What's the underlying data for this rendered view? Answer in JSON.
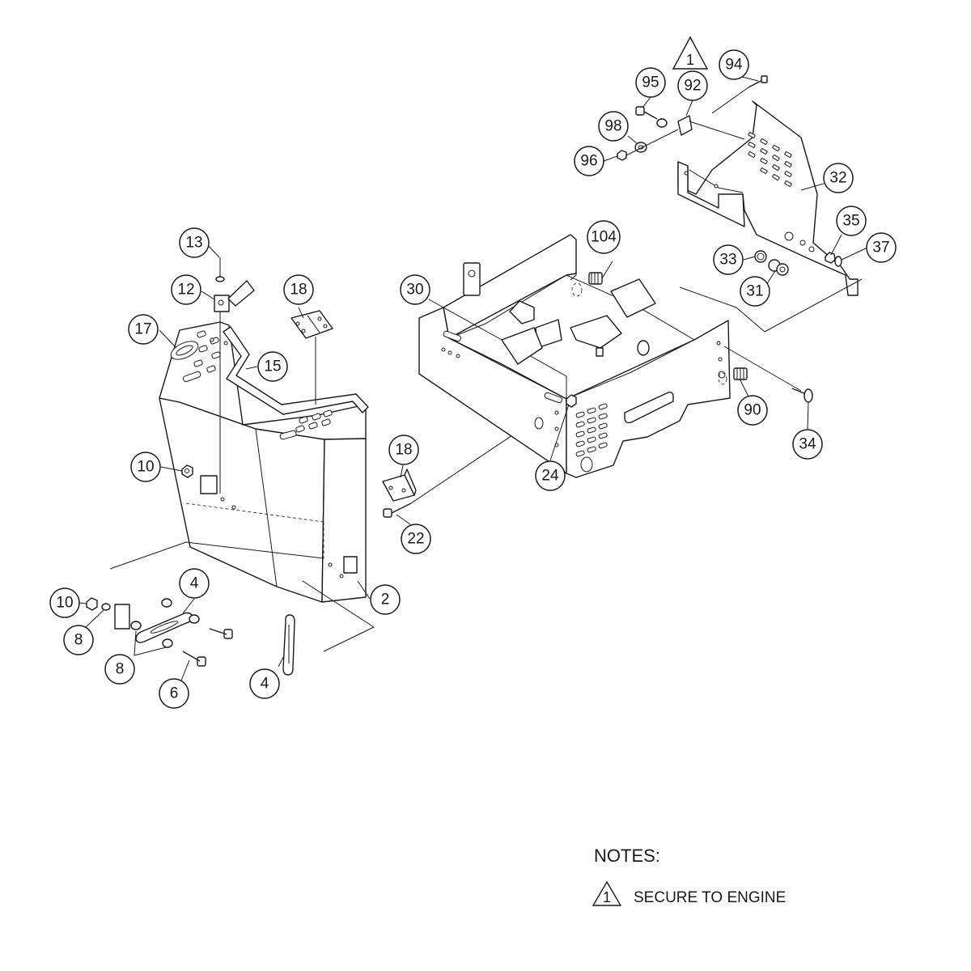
{
  "callouts": [
    {
      "id": "c-13",
      "label": "13"
    },
    {
      "id": "c-12",
      "label": "12"
    },
    {
      "id": "c-18a",
      "label": "18"
    },
    {
      "id": "c-17",
      "label": "17"
    },
    {
      "id": "c-15",
      "label": "15"
    },
    {
      "id": "c-10a",
      "label": "10"
    },
    {
      "id": "c-18b",
      "label": "18"
    },
    {
      "id": "c-22",
      "label": "22"
    },
    {
      "id": "c-2",
      "label": "2"
    },
    {
      "id": "c-4a",
      "label": "4"
    },
    {
      "id": "c-10b",
      "label": "10"
    },
    {
      "id": "c-8a",
      "label": "8"
    },
    {
      "id": "c-8b",
      "label": "8"
    },
    {
      "id": "c-6",
      "label": "6"
    },
    {
      "id": "c-4b",
      "label": "4"
    },
    {
      "id": "c-30",
      "label": "30"
    },
    {
      "id": "c-104",
      "label": "104"
    },
    {
      "id": "c-24",
      "label": "24"
    },
    {
      "id": "c-90",
      "label": "90"
    },
    {
      "id": "c-34",
      "label": "34"
    },
    {
      "id": "c-95",
      "label": "95"
    },
    {
      "id": "c-92",
      "label": "92"
    },
    {
      "id": "c-94",
      "label": "94"
    },
    {
      "id": "c-98",
      "label": "98"
    },
    {
      "id": "c-96",
      "label": "96"
    },
    {
      "id": "c-32",
      "label": "32"
    },
    {
      "id": "c-35",
      "label": "35"
    },
    {
      "id": "c-37",
      "label": "37"
    },
    {
      "id": "c-33",
      "label": "33"
    },
    {
      "id": "c-31",
      "label": "31"
    }
  ],
  "flag_callout": {
    "label": "1"
  },
  "notes": {
    "title": "NOTES:",
    "items": [
      {
        "flag": "1",
        "text": "SECURE TO ENGINE"
      }
    ]
  }
}
